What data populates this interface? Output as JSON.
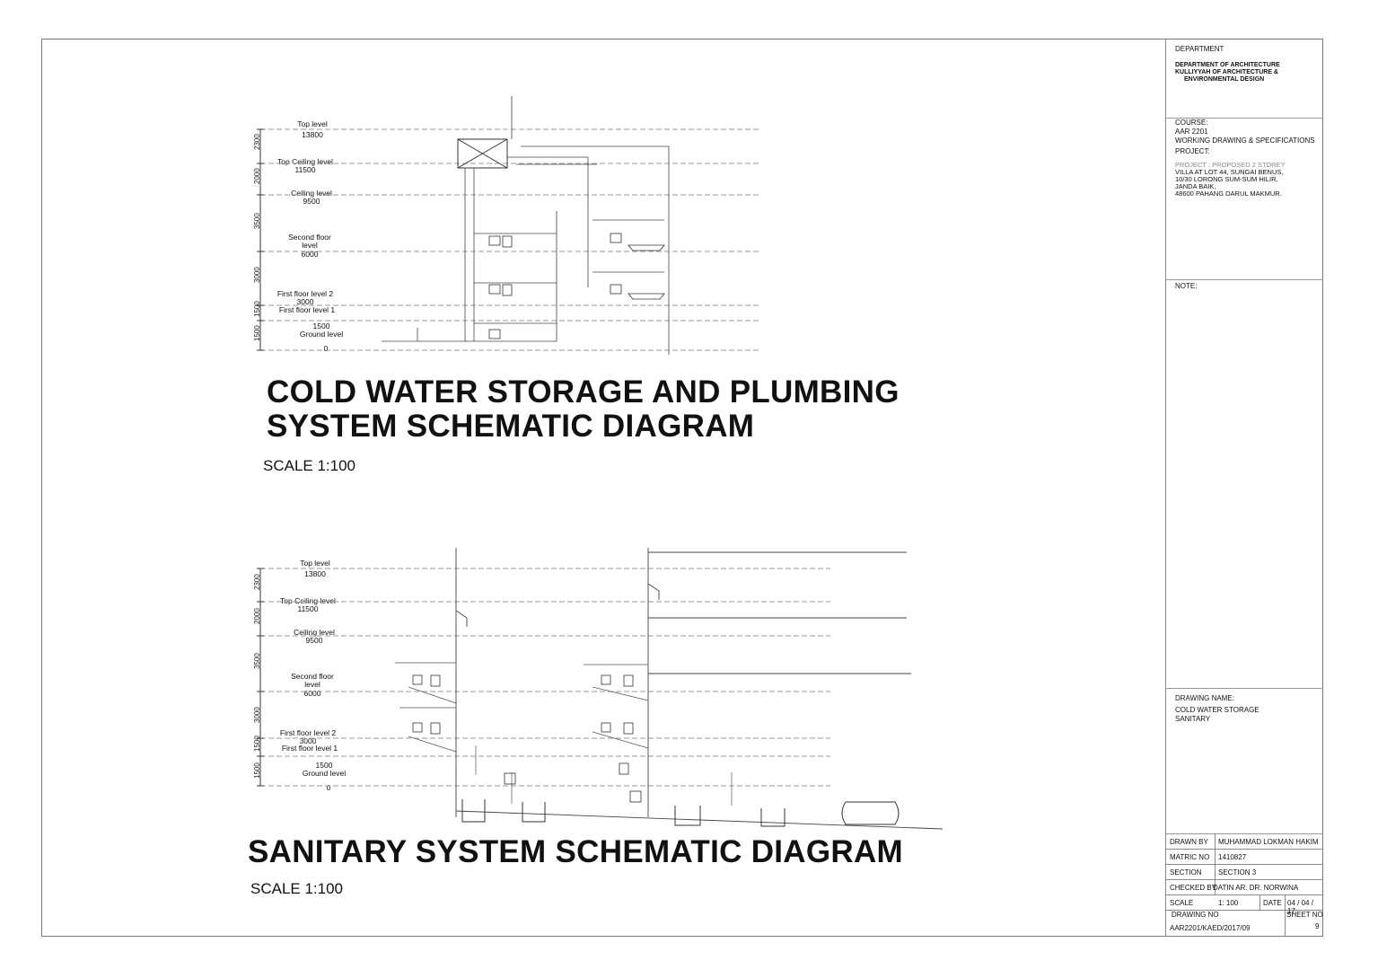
{
  "title_block": {
    "department_label": "DEPARTMENT",
    "department_lines": [
      "DEPARTMENT OF ARCHITECTURE",
      "KULLIYYAH OF ARCHITECTURE &",
      "ENVIRONMENTAL DESIGN"
    ],
    "course_label": "COURSE:",
    "course_code": "AAR 2201",
    "course_name": "WORKING DRAWING & SPECIFICATIONS",
    "project_label": "PROJECT:",
    "project_lines": [
      "PROJECT : PROPOSED 2 STOREY",
      "VILLA AT LOT 44, SUNGAI BENUS,",
      "10/30 LORONG SUM-SUM HILIR,",
      "JANDA BAIK,",
      "48600 PAHANG DARUL MAKMUR."
    ],
    "note_label": "NOTE:",
    "drawing_name_label": "DRAWING NAME:",
    "drawing_name_lines": [
      "COLD WATER STORAGE",
      "SANITARY"
    ],
    "drawn_by_label": "DRAWN BY",
    "drawn_by": "MUHAMMAD LOKMAN HAKIM",
    "matric_label": "MATRIC NO",
    "matric": "1410827",
    "section_label": "SECTION",
    "section": "SECTION 3",
    "checked_label": "CHECKED BY",
    "checked": "DATIN AR. DR. NORWINA",
    "scale_label": "SCALE",
    "scale": "1: 100",
    "date_label": "DATE",
    "date": "04 / 04 / 17",
    "drawing_no_label": "DRAWING NO",
    "drawing_no": "AAR2201/KAED/2017/09",
    "sheet_no_label": "SHEET NO",
    "sheet_no": "9"
  },
  "diagram1": {
    "title_line1": "COLD WATER STORAGE AND PLUMBING",
    "title_line2": "SYSTEM SCHEMATIC DIAGRAM",
    "scale": "SCALE 1:100",
    "levels": [
      {
        "name": "Top level",
        "value": "13800"
      },
      {
        "name": "Top Ceiling level",
        "value": "11500"
      },
      {
        "name": "Ceiling level",
        "value": "9500"
      },
      {
        "name": "Second floor level",
        "value": "6000"
      },
      {
        "name": "First floor level 2",
        "value": "3000"
      },
      {
        "name": "First floor level 1",
        "value": "1500"
      },
      {
        "name": "Ground level",
        "value": "0"
      }
    ],
    "dims": [
      "2300",
      "2000",
      "3500",
      "3000",
      "1500",
      "1500"
    ]
  },
  "diagram2": {
    "title": "SANITARY SYSTEM SCHEMATIC DIAGRAM",
    "scale": "SCALE 1:100",
    "levels": [
      {
        "name": "Top level",
        "value": "13800"
      },
      {
        "name": "Top Ceiling level",
        "value": "11500"
      },
      {
        "name": "Ceiling level",
        "value": "9500"
      },
      {
        "name": "Second floor level",
        "value": "6000"
      },
      {
        "name": "First floor level 2",
        "value": "3000"
      },
      {
        "name": "First floor level 1",
        "value": "1500"
      },
      {
        "name": "Ground level",
        "value": "0"
      }
    ],
    "dims": [
      "2300",
      "2000",
      "3500",
      "3000",
      "1500",
      "1500"
    ]
  }
}
